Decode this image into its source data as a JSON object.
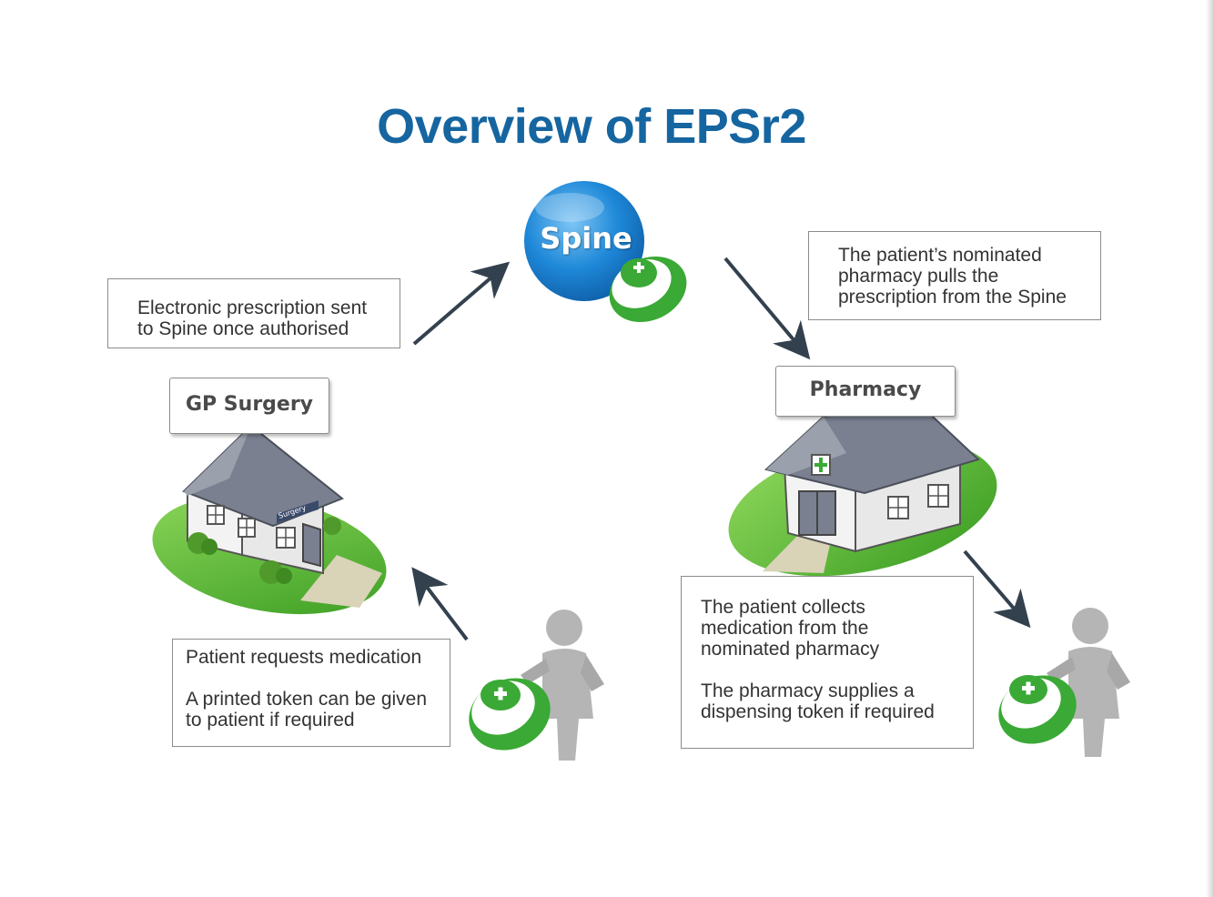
{
  "title": "Overview of EPSr2",
  "nodes": {
    "spine": "Spine",
    "gp_surgery": "GP Surgery",
    "pharmacy": "Pharmacy",
    "surgery_sign": "Surgery"
  },
  "notes": {
    "sent_to_spine": "Electronic prescription sent\nto Spine once authorised",
    "pharmacy_pulls": "The patient’s nominated\npharmacy pulls the\nprescription from the Spine",
    "patient_requests": "Patient requests medication\n\nA printed token can be given\nto patient if required",
    "patient_collects": "The patient collects\nmedication from the\nnominated pharmacy\n\nThe pharmacy supplies  a\ndispensing token if required"
  },
  "colors": {
    "title": "#1565a0",
    "spine_blue": "#1e88d8",
    "grass_green": "#4caf2e",
    "token_green": "#3aa935",
    "arrow": "#33414f",
    "roof": "#7a8090",
    "person": "#b5b5b5"
  }
}
